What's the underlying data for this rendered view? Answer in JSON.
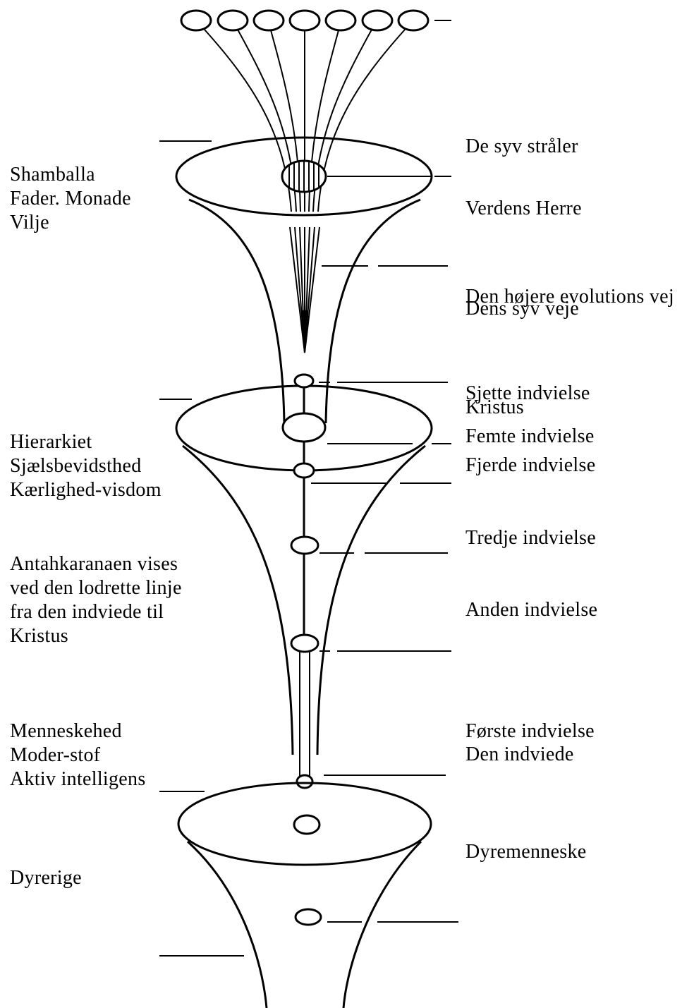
{
  "left_labels": {
    "shamballa": [
      "Shamballa",
      "Fader. Monade",
      "Vilje"
    ],
    "hierarkiet": [
      "Hierarkiet",
      "Sjælsbevidsthed",
      "Kærlighed-visdom"
    ],
    "antahkarana": [
      "Antahkaranaen vises",
      "ved den lodrette linje",
      "fra den indviede til",
      "Kristus"
    ],
    "menneskehed": [
      "Menneskehed",
      "Moder-stof",
      "Aktiv intelligens"
    ],
    "dyrerige": [
      "Dyrerige"
    ]
  },
  "right_labels": {
    "syv_straaler": "De syv stråler",
    "verdens_herre": "Verdens Herre",
    "hojere_evolution": "Den højere evolutions vej",
    "syv_veje": "Dens syv veje",
    "sjette": "Sjette indvielse",
    "kristus": "Kristus",
    "femte": "Femte indvielse",
    "fjerde": "Fjerde indvielse",
    "tredje": "Tredje indvielse",
    "anden": "Anden indvielse",
    "forste": "Første indvielse",
    "den_indviede": "Den indviede",
    "dyremenneske": "Dyremenneske"
  },
  "stroke_color": "#000000",
  "background_color": "#ffffff"
}
